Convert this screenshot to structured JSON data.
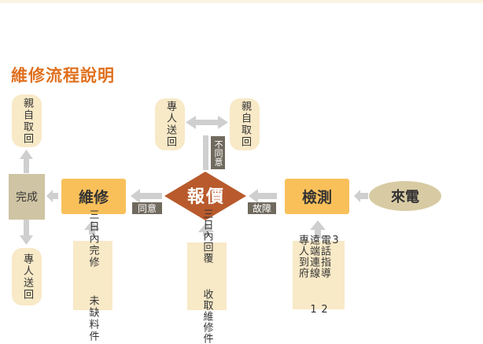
{
  "title": "維修流程說明",
  "nodes": {
    "call": "來電",
    "inspect": "檢測",
    "quote": "報價",
    "repair": "維修",
    "done": "完成",
    "self_pickup_top_right": "親自取回",
    "dedicated_return_top": "專人送回",
    "self_pickup_left": "親自取回",
    "dedicated_return_left": "專人送回"
  },
  "edge_labels": {
    "fault": "故障",
    "agree": "同意",
    "disagree": "不同意"
  },
  "notes": {
    "inspect_options": "3\n電話指導  2\n遠端連線  1\n專人到府",
    "quote_note": "三日內回覆  收取維修件",
    "repair_note": "三日內完修  未缺料件"
  },
  "colors": {
    "title": "#e0701e",
    "orange_box": "#f9c05a",
    "cream_box": "#f8e9c7",
    "diamond": "#b85a2c",
    "arrow": "#cfcfcf",
    "tag": "#706a5e",
    "ellipse": "#d8cba3",
    "done": "#cfc4a3"
  }
}
